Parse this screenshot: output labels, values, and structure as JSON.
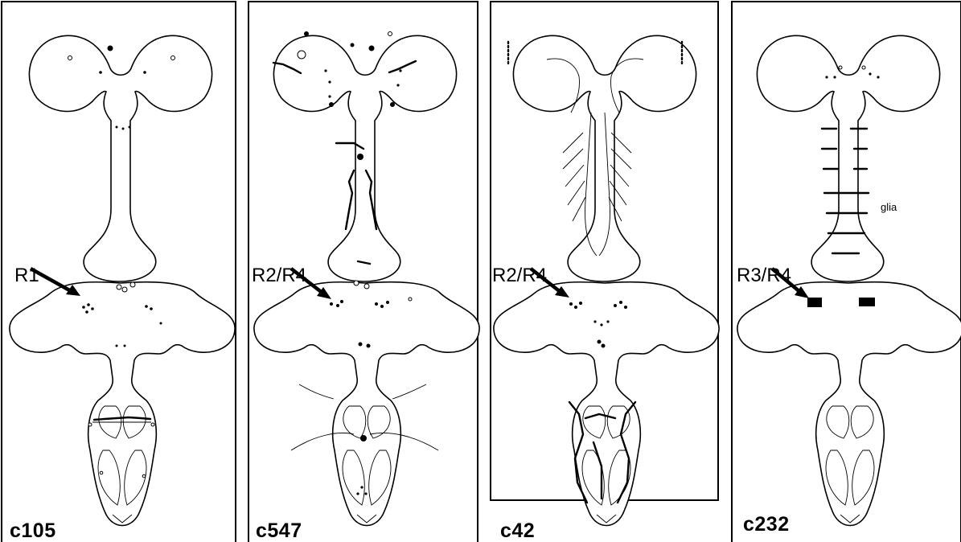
{
  "panels": [
    {
      "id": "c105",
      "name": "c105",
      "arrow_label": "R1"
    },
    {
      "id": "c547",
      "name": "c547",
      "arrow_label": "R2/R4"
    },
    {
      "id": "c42",
      "name": "c42",
      "arrow_label": "R2/R4"
    },
    {
      "id": "c232",
      "name": "c232",
      "arrow_label": "R3/R4",
      "annotation": "glia"
    }
  ]
}
